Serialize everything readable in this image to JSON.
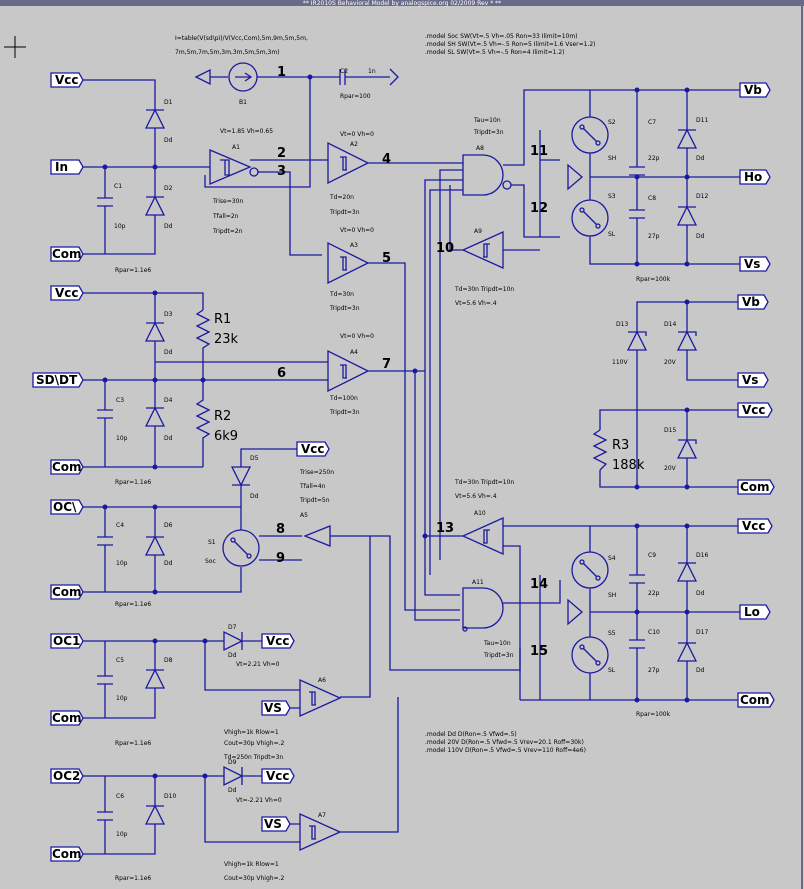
{
  "title": "** IR2010S Behavioral Model by analogspice.org  02/2009 Rev * **",
  "bv_expr": [
    "I=table(V(sd\\pi)/V(Vcc,Com),5m,9m,5m,5m,",
    "7m,5m,7m,5m,3m,3m,5m,5m,3m)"
  ],
  "models": [
    ".model Soc SW(Vt=.5 Vh=.05 Ron=33 Ilimit=10m)",
    ".model SH SW(Vt=.5 Vh=-.5 Ron=5 Ilimit=1.6 Vser=1.2)",
    ".model SL SW(Vt=.5 Vh=-.5 Ron=4 Ilimit=1.2)"
  ],
  "diode_models": [
    ".model Dd D(Ron=.5 Vfwd=.5)",
    ".model 20V D(Ron=.5 Vfwd=.5 Vrev=20.1 Roff=30k)",
    ".model 110V D(Ron=.5 Vfwd=.5 Vrev=110 Roff=4e6)"
  ],
  "ports": {
    "vcc1": "Vcc",
    "in": "In",
    "com1": "Com",
    "vcc2": "Vcc",
    "sddt": "SD\\DT",
    "com2": "Com",
    "vcc3": "Vcc",
    "oc": "OC\\",
    "com3": "Com",
    "oc1": "OC1",
    "vcc4": "Vcc",
    "vs1": "VS",
    "com4": "Com",
    "oc2": "OC2",
    "vcc5": "Vcc",
    "vs2": "VS",
    "com5": "Com",
    "vb1": "Vb",
    "ho": "Ho",
    "vs3": "Vs",
    "vb2": "Vb",
    "vs4": "Vs",
    "vcc6": "Vcc",
    "com6": "Com",
    "vcc7": "Vcc",
    "lo": "Lo",
    "com7": "Com"
  },
  "nodes": [
    "1",
    "2",
    "3",
    "4",
    "5",
    "6",
    "7",
    "8",
    "9",
    "10",
    "11",
    "12",
    "13",
    "14",
    "15"
  ],
  "resistors": {
    "r1": "R1",
    "r1v": "23k",
    "r2": "R2",
    "r2v": "6k9",
    "r3": "R3",
    "r3v": "188k"
  },
  "labels": {
    "b1": "B1",
    "c2": "C2",
    "c2v": "1n",
    "rpar100": "Rpar=100",
    "d1": "D1",
    "d2": "D2",
    "d3": "D3",
    "d4": "D4",
    "d5": "D5",
    "d6": "D6",
    "d7": "D7",
    "d8": "D8",
    "d9": "D9",
    "d10": "D10",
    "d11": "D11",
    "d12": "D12",
    "d13": "D13",
    "d14": "D14",
    "d15": "D15",
    "d16": "D16",
    "d17": "D17",
    "dd": "Dd",
    "z110": "110V",
    "z20": "20V",
    "c1": "C1",
    "c3": "C3",
    "c4": "C4",
    "c5": "C5",
    "c6": "C6",
    "c7": "C7",
    "c8": "C8",
    "c9": "C9",
    "c10": "C10",
    "p10": "10p",
    "p22": "22p",
    "p27": "27p",
    "a1": "A1",
    "a2": "A2",
    "a3": "A3",
    "a4": "A4",
    "a5": "A5",
    "a6": "A6",
    "a7": "A7",
    "a8": "A8",
    "a9": "A9",
    "a10": "A10",
    "a11": "A11",
    "s1": "S1",
    "s2": "S2",
    "s3": "S3",
    "s4": "S4",
    "s5": "S5",
    "soc": "Soc",
    "sh": "SH",
    "sl": "SL",
    "rpar1e6": "Rpar=1.1e6",
    "rpar100k": "Rpar=100k",
    "a1_vt": "Vt=1.85 Vh=0.65",
    "trise30": "Trise=30n",
    "tfall2": "Tfall=2n",
    "tripdt2": "Tripdt=2n",
    "vt0": "Vt=0 Vh=0",
    "td30": "Td=30n",
    "td20": "Td=20n",
    "td100": "Td=100n",
    "tripdt3": "Tripdt=3n",
    "tau10": "Tau=10n",
    "td30trip": "Td=30n Tripdt=10n",
    "vt56": "Vt=5.6 Vh=.4",
    "trise250": "Trise=250n",
    "tfall4": "Tfall=4n",
    "tripdt5": "Tripdt=5n",
    "vt221": "Vt=2.21 Vh=0",
    "vt221b": "Vt=-2.21 Vh=0",
    "vhigh": "Vhigh=1k Rlow=1",
    "cout": "Cout=30p Vhigh=.2",
    "td250": "Td=250n Tripdt=3n"
  }
}
